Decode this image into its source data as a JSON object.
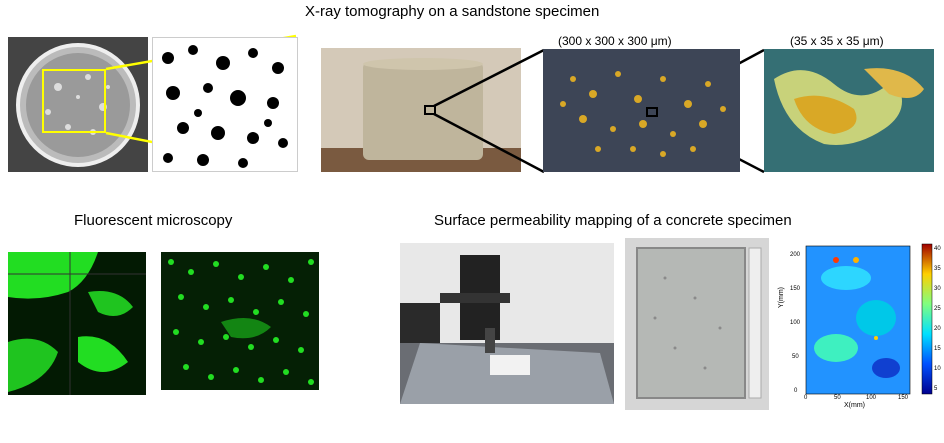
{
  "titles": {
    "xray": "X-ray tomography on a sandstone specimen",
    "fluorescent": "Fluorescent microscopy",
    "permeability": "Surface permeability mapping of a concrete specimen"
  },
  "labels": {
    "scan_300": "(300 x 300 x 300 μm)",
    "scan_35": "(35 x 35 x 35 μm)"
  },
  "heatmap": {
    "y_axis_label": "Y(mm)",
    "x_axis_label": "X(mm)",
    "y_ticks": [
      "0",
      "50",
      "100",
      "150",
      "200"
    ],
    "x_ticks": [
      "0",
      "50",
      "100",
      "150"
    ],
    "colorbar_ticks": [
      "5",
      "10",
      "15",
      "20",
      "25",
      "30",
      "35",
      "40"
    ]
  },
  "colors": {
    "highlight": "#ffff00",
    "fluor_green": "#22dd22",
    "pore_gold": "#d9a826"
  }
}
